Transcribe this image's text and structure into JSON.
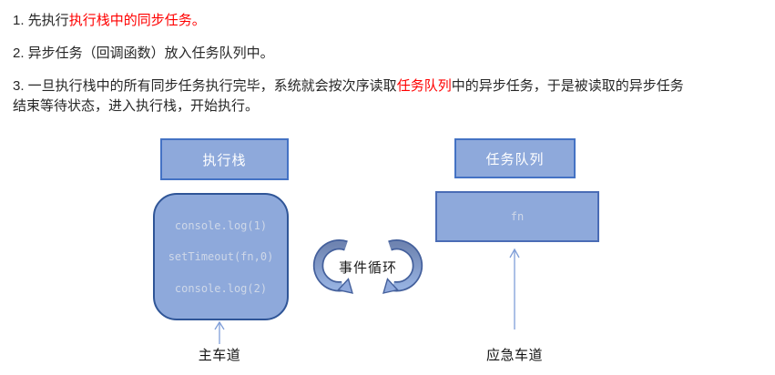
{
  "notes": {
    "item1_prefix": "1. 先执行",
    "item1_highlight": "执行栈中的同步任务。",
    "item2": "2. 异步任务（回调函数）放入任务队列中。",
    "item3_prefix": "3. 一旦执行栈中的所有同步任务执行完毕，系统就会按次序读取",
    "item3_highlight": "任务队列",
    "item3_suffix": "中的异步任务，于是被读取的异步任务结束等待状态，进入执行栈，开始执行。"
  },
  "diagram": {
    "exec_stack": {
      "title": "执行栈",
      "items": [
        "console.log(1)",
        "setTimeout(fn,0)",
        "console.log(2)"
      ],
      "lane_label": "主车道"
    },
    "task_queue": {
      "title": "任务队列",
      "item": "fn",
      "lane_label": "应急车道"
    },
    "event_loop_label": "事件循环",
    "colors": {
      "box_fill": "#8EA9DB",
      "header_border": "#4472C4",
      "rounded_border": "#2F5597",
      "code_text": "#CFD8E8",
      "highlight_red": "#FF0000",
      "thin_arrow": "#7F9ED8",
      "loop_arrow_light": "#8FA9DC",
      "loop_arrow_dark": "#44609C"
    }
  }
}
